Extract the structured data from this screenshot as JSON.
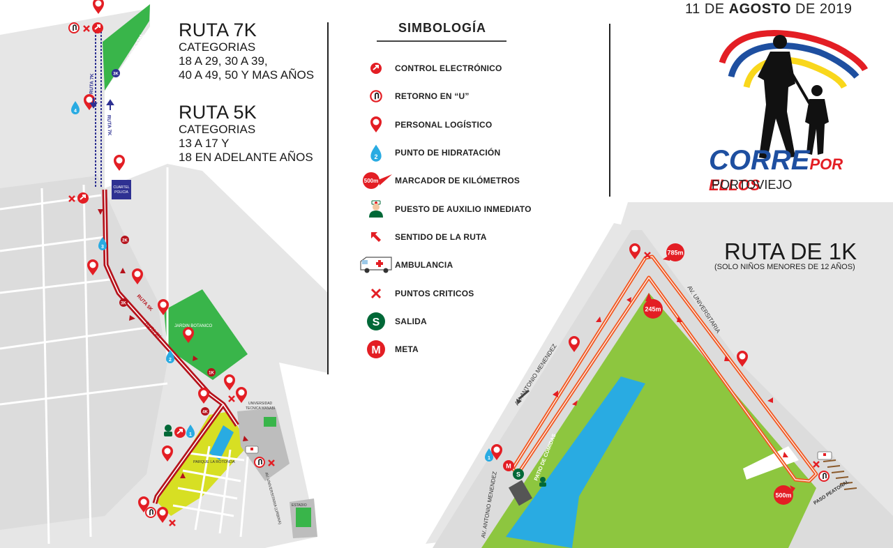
{
  "date": {
    "day": "11 DE",
    "month": "AGOSTO",
    "year": "DE 2019"
  },
  "event": {
    "brand_part1": "CORRE",
    "brand_part2": "POR ELLOS",
    "city": "PORTOVIEJO"
  },
  "route_7k": {
    "title": "RUTA 7K",
    "categories_label": "CATEGORIAS",
    "line1": "18 A 29, 30 A 39,",
    "line2": "40 A 49, 50 Y MAS AÑOS"
  },
  "route_5k": {
    "title": "RUTA 5K",
    "categories_label": "CATEGORIAS",
    "line1": "13 A 17 Y",
    "line2": "18 EN ADELANTE AÑOS"
  },
  "route_1k": {
    "title": "RUTA DE 1K",
    "subtitle": "(SOLO NIÑOS MENORES DE 12 AÑOS)"
  },
  "legend": {
    "title": "SIMBOLOGÍA",
    "items": [
      {
        "icon": "electronic-control-icon",
        "label": "CONTROL ELECTRÓNICO"
      },
      {
        "icon": "u-turn-icon",
        "label": "RETORNO EN “U”"
      },
      {
        "icon": "logistics-staff-icon",
        "label": "PERSONAL LOGÍSTICO"
      },
      {
        "icon": "hydration-point-icon",
        "label": "PUNTO DE HIDRATACIÓN",
        "badge": "2"
      },
      {
        "icon": "km-marker-icon",
        "label": "MARCADOR DE KILÓMETROS",
        "badge": "500m"
      },
      {
        "icon": "first-aid-icon",
        "label": "PUESTO DE AUXILIO INMEDIATO"
      },
      {
        "icon": "route-direction-icon",
        "label": "SENTIDO DE LA RUTA"
      },
      {
        "icon": "ambulance-icon",
        "label": "AMBULANCIA"
      },
      {
        "icon": "critical-point-icon",
        "label": "PUNTOS  CRITICOS"
      },
      {
        "icon": "start-icon",
        "label": "SALIDA",
        "badge": "S"
      },
      {
        "icon": "finish-icon",
        "label": "META",
        "badge": "M"
      }
    ]
  },
  "left_map": {
    "parque_forestal": "PARQUE FORESTAL",
    "ruta_7k": "RUTA 7K",
    "ruta_5k": "RUTA 5K",
    "cuartel_line1": "CUARTEL",
    "cuartel_line2": "POLICIA",
    "jardin_botanico": "JARDIN BOTANICO",
    "universidad_line1": "UNIVERSIDAD",
    "universidad_line2": "TECNICA MANABI",
    "parque_rotonda": "PARQUE LA ROTONDA",
    "av_universitaria_urbina": "AV. UNIVERSITARIA (URBINA)",
    "estadio": "ESTADIO",
    "km_markers": [
      "3K",
      "2K",
      "3K",
      "1K",
      "4K"
    ],
    "hydration_numbers": [
      "4",
      "3",
      "2",
      "1"
    ]
  },
  "right_map": {
    "av_antonio_menendez": "AV. ANTONIO MENENDEZ",
    "av_universitaria": "AV. UNIVERSITARIA",
    "patio_comidas": "PATIO DE COMIDAS",
    "paso_peatonal": "PASO PEATONAL",
    "markers": [
      "785m",
      "245m",
      "500m"
    ],
    "hydration_number": "1",
    "finish": "M",
    "start": "S"
  },
  "colors": {
    "route_red": "#b5121b",
    "route_orange": "#f15a24",
    "marker_red": "#e31e24",
    "park_green": "#8dc63f",
    "garden_green": "#39b54a",
    "water_blue": "#29abe2",
    "road_grey": "#dcdcdc",
    "route_7k_blue": "#2e3192",
    "brand_blue": "#1e4fa0"
  }
}
